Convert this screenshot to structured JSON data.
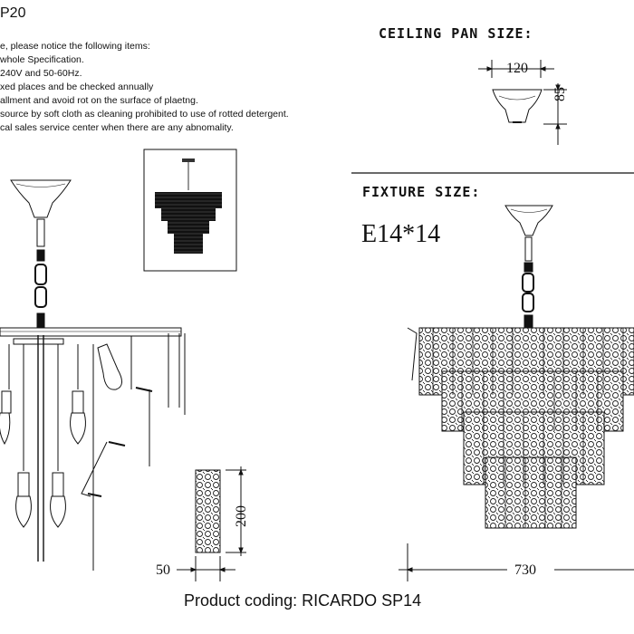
{
  "header": {
    "model_fragment": "P20",
    "notes": [
      "e, please notice the following items:",
      "whole Specification.",
      "240V and 50-60Hz.",
      "xed places and be checked annually",
      "allment and avoid rot on the surface of plaetng.",
      "source by soft cloth as cleaning prohibited to use of rotted detergent.",
      "cal sales service center when there are any abnomality."
    ]
  },
  "ceiling_pan": {
    "title": "CEILING PAN SIZE:",
    "width": "120",
    "height": "85"
  },
  "fixture": {
    "title": "FIXTURE SIZE:",
    "bulb": "E14*14",
    "width": "730"
  },
  "element_detail": {
    "height": "200",
    "width": "50"
  },
  "footer": {
    "product_coding": "Product coding: RICARDO SP14"
  },
  "colors": {
    "line": "#111111",
    "background": "#ffffff"
  }
}
